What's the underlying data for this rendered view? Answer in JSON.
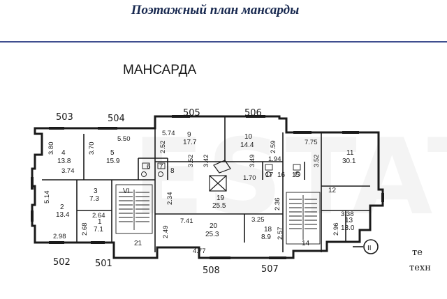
{
  "header": {
    "title": "Поэтажный план мансарды"
  },
  "plan": {
    "label": "МАНСАРДА",
    "apartments": [
      "503",
      "504",
      "505",
      "506",
      "502",
      "501",
      "508",
      "507"
    ],
    "section_mark": "II",
    "side_note_lines": [
      "те",
      "техн"
    ],
    "rooms": [
      {
        "num": "4",
        "area": "13.8"
      },
      {
        "num": "5",
        "area": "15.9"
      },
      {
        "num": "9",
        "area": "17.7"
      },
      {
        "num": "10",
        "area": "14.4"
      },
      {
        "num": "11",
        "area": "30.1"
      },
      {
        "num": "3",
        "area": "7.3"
      },
      {
        "num": "2",
        "area": "13.4"
      },
      {
        "num": "1",
        "area": "7.1"
      },
      {
        "num": "19",
        "area": "25.5"
      },
      {
        "num": "20",
        "area": "25.3"
      },
      {
        "num": "18",
        "area": "8.9"
      },
      {
        "num": "13",
        "area": "13.0"
      },
      {
        "num": "21",
        "area": ""
      },
      {
        "num": "14",
        "area": ""
      },
      {
        "num": "6",
        "area": ""
      },
      {
        "num": "7",
        "area": ""
      },
      {
        "num": "8",
        "area": ""
      },
      {
        "num": "15",
        "area": ""
      },
      {
        "num": "16",
        "area": ""
      },
      {
        "num": "17",
        "area": ""
      },
      {
        "num": "12",
        "area": ""
      },
      {
        "num": "VI",
        "area": ""
      }
    ],
    "dimensions": [
      "5.50",
      "5.74",
      "2.52",
      "3.80",
      "3.70",
      "3.74",
      "3.52",
      "3.42",
      "2.59",
      "3.49",
      "1.94",
      "1.70",
      "7.75",
      "3.52",
      "5.14",
      "2.64",
      "2.98",
      "2.68",
      "2.34",
      "2.36",
      "7.41",
      "2.49",
      "3.25",
      "2.57",
      "3.38",
      "2.96",
      "4.77"
    ]
  }
}
